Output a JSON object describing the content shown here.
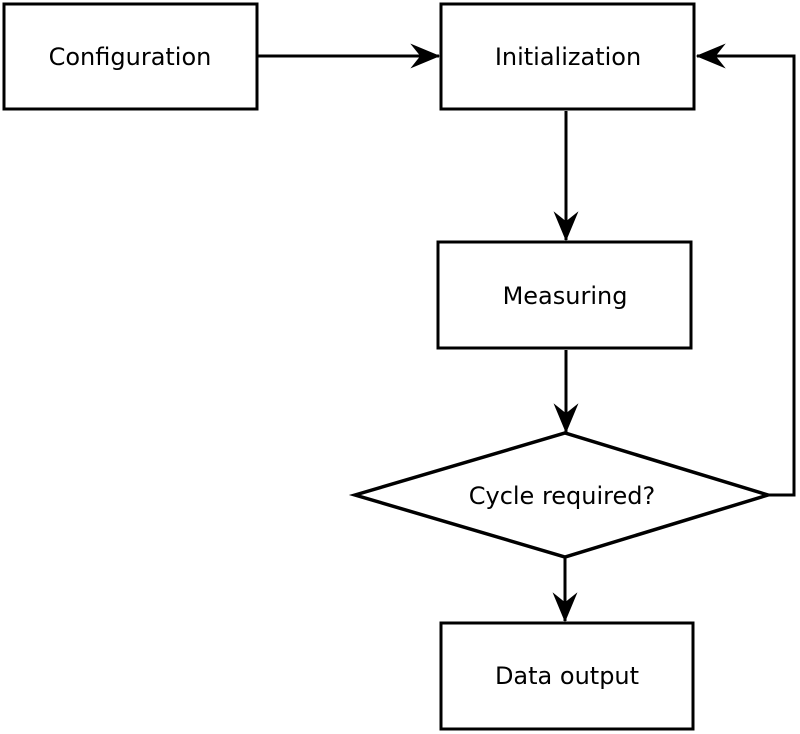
{
  "diagram": {
    "type": "flowchart",
    "background_color": "#ffffff",
    "node_fill_color": "#ffffff",
    "line_color": "#000000",
    "text_color": "#000000",
    "nodes": [
      {
        "id": "configuration",
        "shape": "rectangle",
        "label": "Configuration"
      },
      {
        "id": "initialization",
        "shape": "rectangle",
        "label": "Initialization"
      },
      {
        "id": "measuring",
        "shape": "rectangle",
        "label": "Measuring"
      },
      {
        "id": "cycle-required",
        "shape": "diamond",
        "label": "Cycle required?"
      },
      {
        "id": "data-output",
        "shape": "rectangle",
        "label": "Data output"
      }
    ],
    "edges": [
      {
        "from": "configuration",
        "to": "initialization",
        "style": "arrow"
      },
      {
        "from": "initialization",
        "to": "measuring",
        "style": "arrow"
      },
      {
        "from": "measuring",
        "to": "cycle-required",
        "style": "arrow"
      },
      {
        "from": "cycle-required",
        "to": "data-output",
        "style": "arrow"
      },
      {
        "from": "cycle-required",
        "to": "initialization",
        "style": "arrow",
        "route": "right-side-loop"
      }
    ]
  }
}
